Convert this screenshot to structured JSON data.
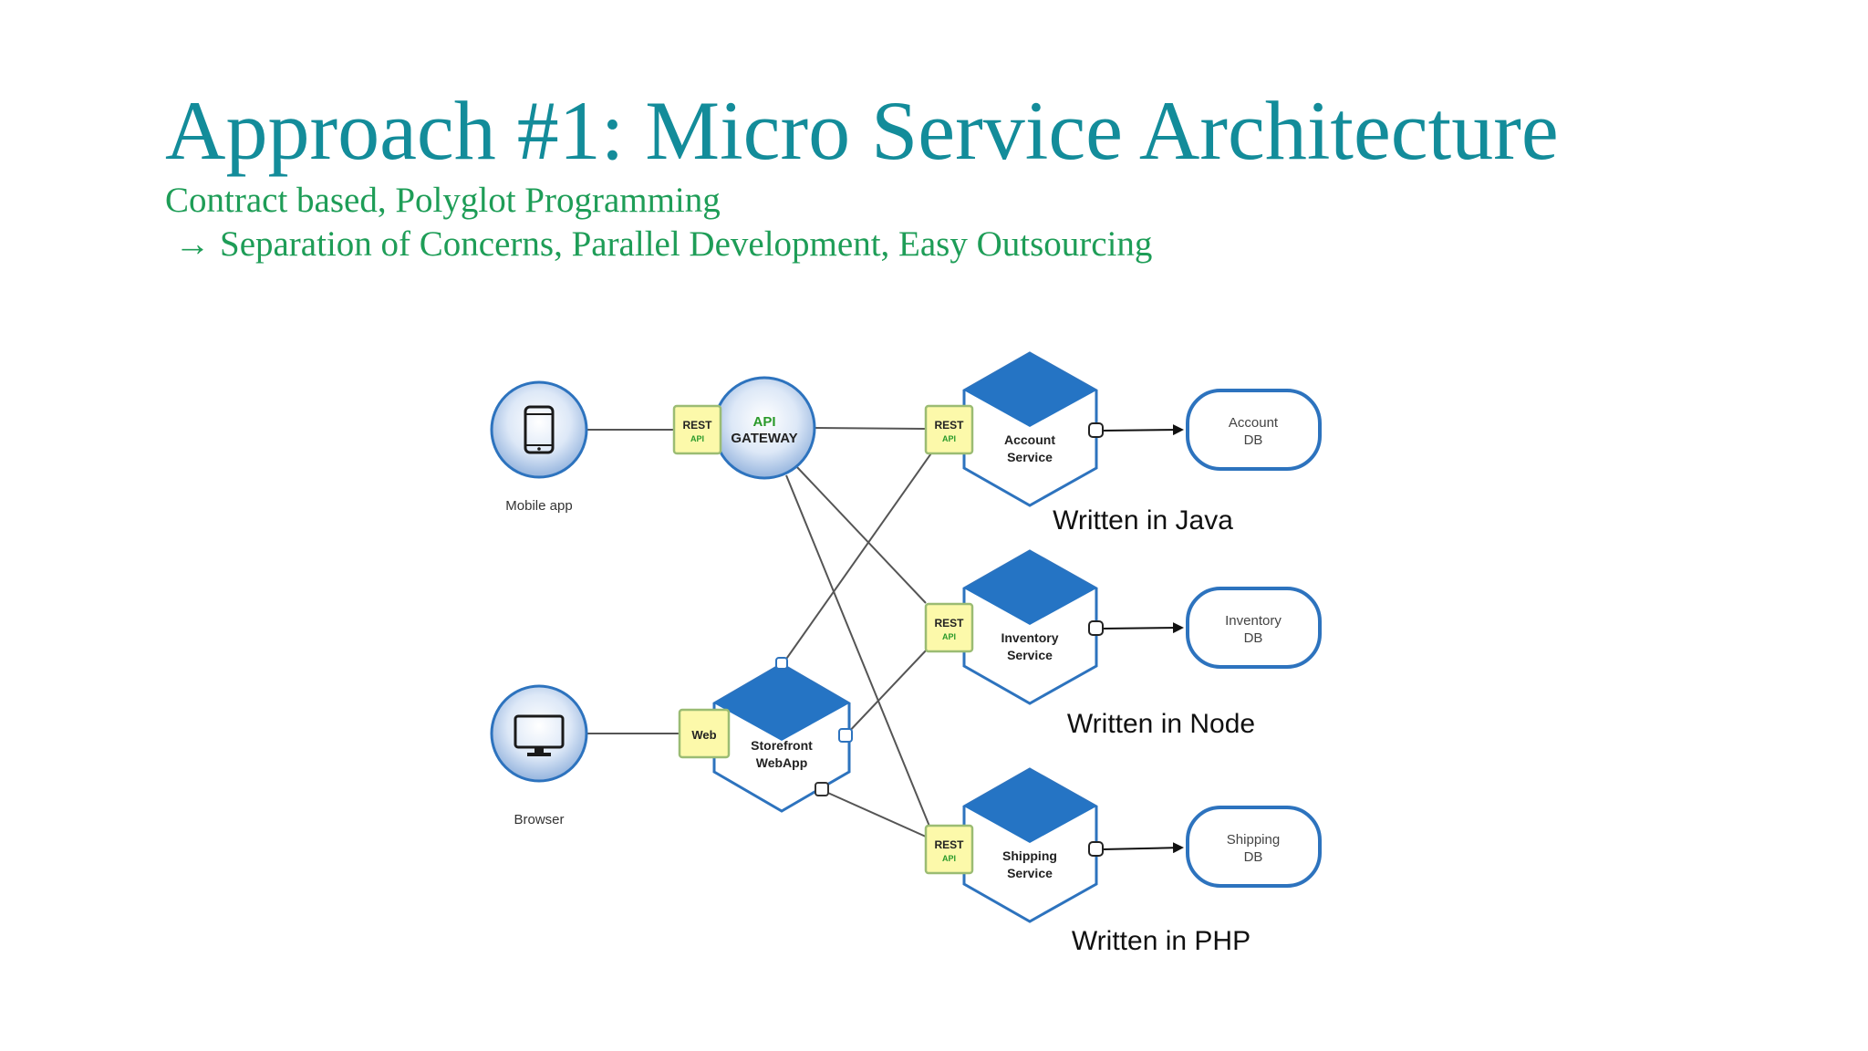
{
  "colors": {
    "title": "#138c9a",
    "subtitle": "#1e9d57",
    "hex_fill": "#ffffff",
    "hex_stroke": "#2d73be",
    "hex_cap": "#2574c4",
    "circle_stroke": "#2d73be",
    "rest_fill": "#fcf9aa",
    "rest_stroke": "#9bbc73",
    "api_green": "#2a9a2a",
    "line": "#555555",
    "text": "#222222"
  },
  "slide": {
    "title": "Approach #1: Micro Service Architecture",
    "subtitle_line1": "Contract based, Polyglot Programming",
    "subtitle_arrow": "→",
    "subtitle_line2": "Separation of Concerns, Parallel Development, Easy Outsourcing"
  },
  "diagram": {
    "clients": [
      {
        "id": "mobile",
        "label": "Mobile app",
        "icon": "mobile-phone-icon"
      },
      {
        "id": "browser",
        "label": "Browser",
        "icon": "monitor-icon"
      }
    ],
    "gateway": {
      "line1": "API",
      "line2": "GATEWAY"
    },
    "rest_badge": {
      "line1": "REST",
      "line2": "API"
    },
    "web_badge": "Web",
    "storefront": {
      "line1": "Storefront",
      "line2": "WebApp"
    },
    "services": [
      {
        "id": "account",
        "line1": "Account",
        "line2": "Service",
        "db_line1": "Account",
        "db_line2": "DB",
        "language": "Written in Java"
      },
      {
        "id": "inventory",
        "line1": "Inventory",
        "line2": "Service",
        "db_line1": "Inventory",
        "db_line2": "DB",
        "language": "Written in Node"
      },
      {
        "id": "shipping",
        "line1": "Shipping",
        "line2": "Service",
        "db_line1": "Shipping",
        "db_line2": "DB",
        "language": "Written in PHP"
      }
    ]
  }
}
